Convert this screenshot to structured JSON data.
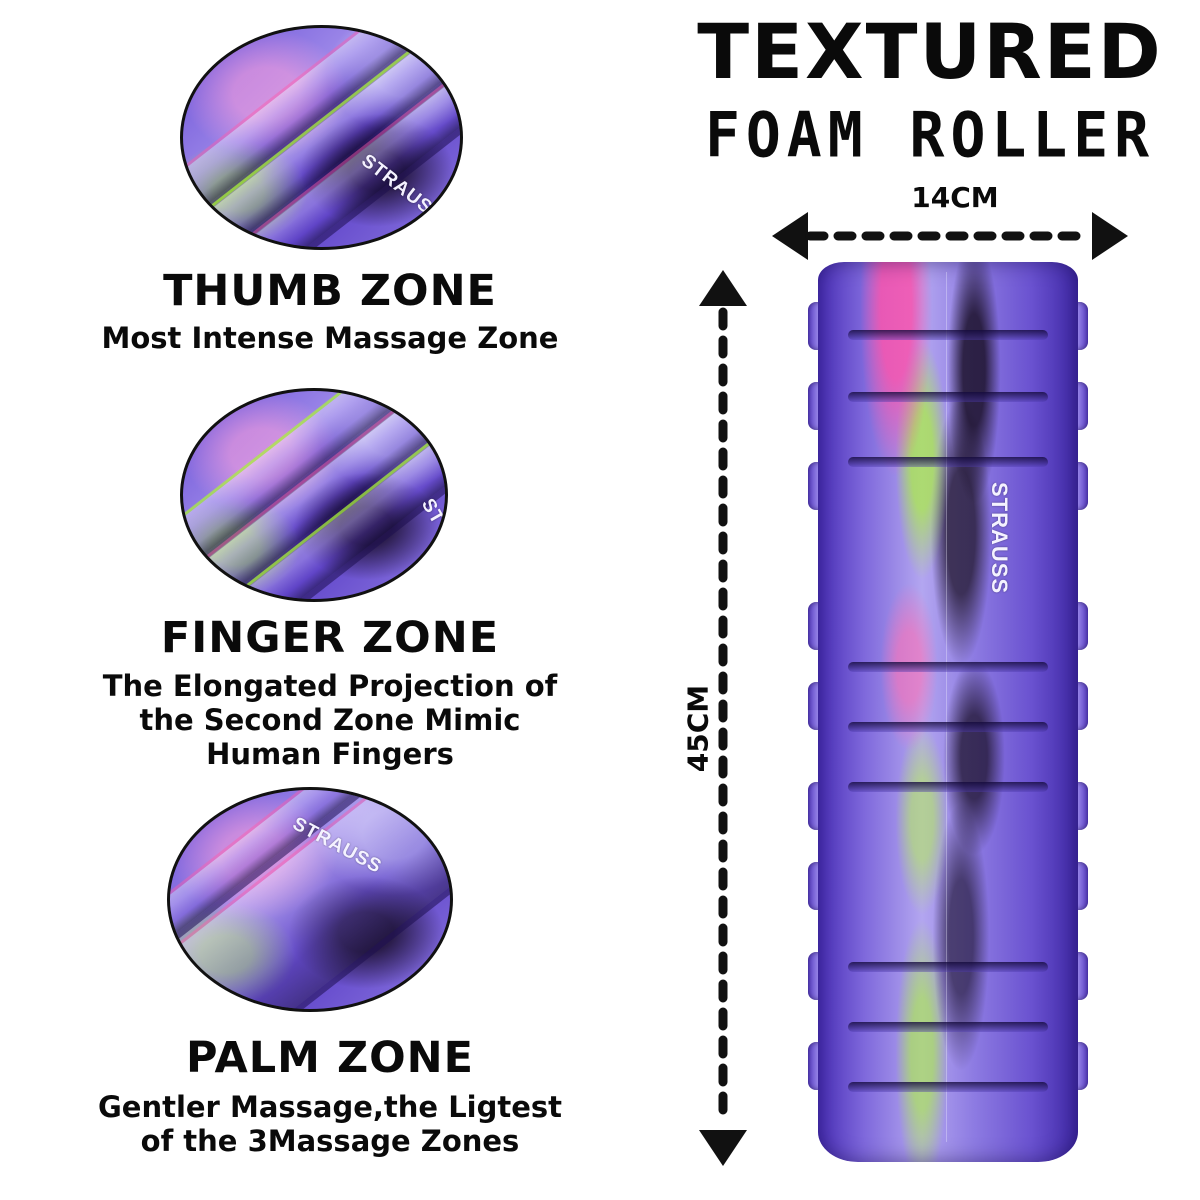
{
  "product": {
    "title_line1": "TEXTURED",
    "title_line2": "FOAM ROLLER",
    "brand": "STRAUSS"
  },
  "dimensions": {
    "width_label": "14CM",
    "height_label": "45CM"
  },
  "zones": [
    {
      "key": "thumb",
      "title": "THUMB ZONE",
      "description_lines": [
        "Most Intense Massage Zone"
      ]
    },
    {
      "key": "finger",
      "title": "FINGER ZONE",
      "description_lines": [
        "The Elongated Projection of",
        "the Second Zone Mimic",
        "Human Fingers"
      ]
    },
    {
      "key": "palm",
      "title": "PALM ZONE",
      "description_lines": [
        "Gentler Massage,the Ligtest",
        "of the 3Massage Zones"
      ]
    }
  ],
  "colors": {
    "text": "#0a0a0a",
    "background": "#ffffff",
    "roller_purple": "#7f69dc",
    "accent_pink": "#ff50aa",
    "accent_lime": "#aaf03c"
  }
}
